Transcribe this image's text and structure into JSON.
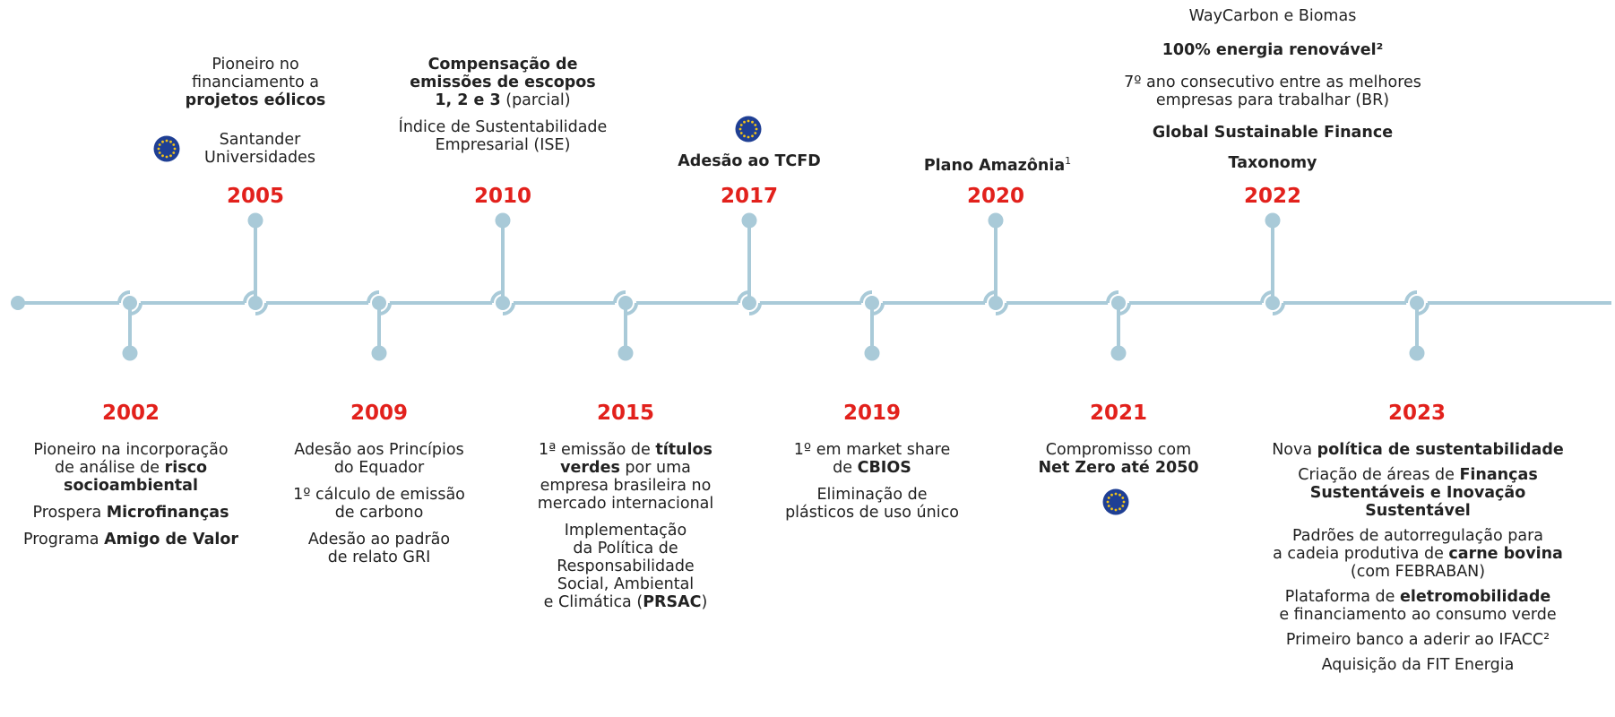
{
  "colors": {
    "line": "#a9cad8",
    "year": "#e2211c",
    "text": "#222222",
    "eu_blue": "#1f3f94",
    "eu_star": "#f2c318"
  },
  "years": {
    "y2002": "2002",
    "y2005": "2005",
    "y2009": "2009",
    "y2010": "2010",
    "y2015": "2015",
    "y2017": "2017",
    "y2019": "2019",
    "y2020": "2020",
    "y2021": "2021",
    "y2022": "2022",
    "y2023": "2023"
  },
  "m2002": {
    "a1": "Pioneiro na incorporação",
    "a2": "de análise de ",
    "a2b": "risco",
    "a3b": "socioambiental",
    "b1": "Prospera ",
    "b1b": "Microfinanças",
    "c1": "Programa ",
    "c1b": "Amigo de Valor"
  },
  "m2005": {
    "a1": "Pioneiro no",
    "a2": "financiamento a",
    "a3b": "projetos eólicos",
    "b1": "Santander",
    "b2": "Universidades",
    "icon": "eu-flag-icon"
  },
  "m2009": {
    "a1": "Adesão aos Princípios",
    "a2": "do Equador",
    "b1": "1º cálculo de emissão",
    "b2": "de carbono",
    "c1": "Adesão ao padrão",
    "c2": "de relato GRI"
  },
  "m2010": {
    "a1b": "Compensação de",
    "a2b": "emissões de escopos",
    "a3b": "1, 2 e 3",
    "a3": " (parcial)",
    "b1": "Índice de Sustentabilidade",
    "b2": "Empresarial (ISE)"
  },
  "m2015": {
    "a1": "1ª emissão de ",
    "a1b": "títulos",
    "a2b": "verdes",
    "a2": " por uma",
    "a3": "empresa brasileira no",
    "a4": "mercado internacional",
    "b1": "Implementação",
    "b2": "da Política de",
    "b3": "Responsabilidade",
    "b4": "Social, Ambiental",
    "b5": "e Climática (",
    "b5b": "PRSAC",
    "b5c": ")"
  },
  "m2017": {
    "a1b": "Adesão ao TCFD",
    "icon": "eu-flag-icon"
  },
  "m2019": {
    "a1": "1º em market share",
    "a2": "de ",
    "a2b": "CBIOS",
    "b1": "Eliminação de",
    "b2": "plásticos de uso único"
  },
  "m2020": {
    "a1b": "Plano Amazônia",
    "sup": "1"
  },
  "m2021": {
    "a1": "Compromisso com",
    "a2b": "Net Zero até 2050",
    "icon": "eu-flag-icon"
  },
  "m2022": {
    "a1": "WayCarbon e Biomas",
    "b1b": "100% energia renovável²",
    "c1": "7º ano consecutivo entre as melhores",
    "c2": "empresas para trabalhar (BR)",
    "d1b": "Global Sustainable Finance",
    "e1b": "Taxonomy"
  },
  "m2023": {
    "a1": "Nova ",
    "a1b": "política de sustentabilidade",
    "b1": "Criação de áreas de ",
    "b1b": "Finanças",
    "b2b": "Sustentáveis e Inovação",
    "b3b": "Sustentável",
    "c1": "Padrões de autorregulação para",
    "c2": "a cadeia produtiva de ",
    "c2b": "carne bovina",
    "c3": "(com FEBRABAN)",
    "d1": "Plataforma de ",
    "d1b": "eletromobilidade",
    "d2": "e financiamento ao consumo verde",
    "e1": "Primeiro banco a aderir ao IFACC²",
    "f1": "Aquisição da FIT Energia"
  }
}
